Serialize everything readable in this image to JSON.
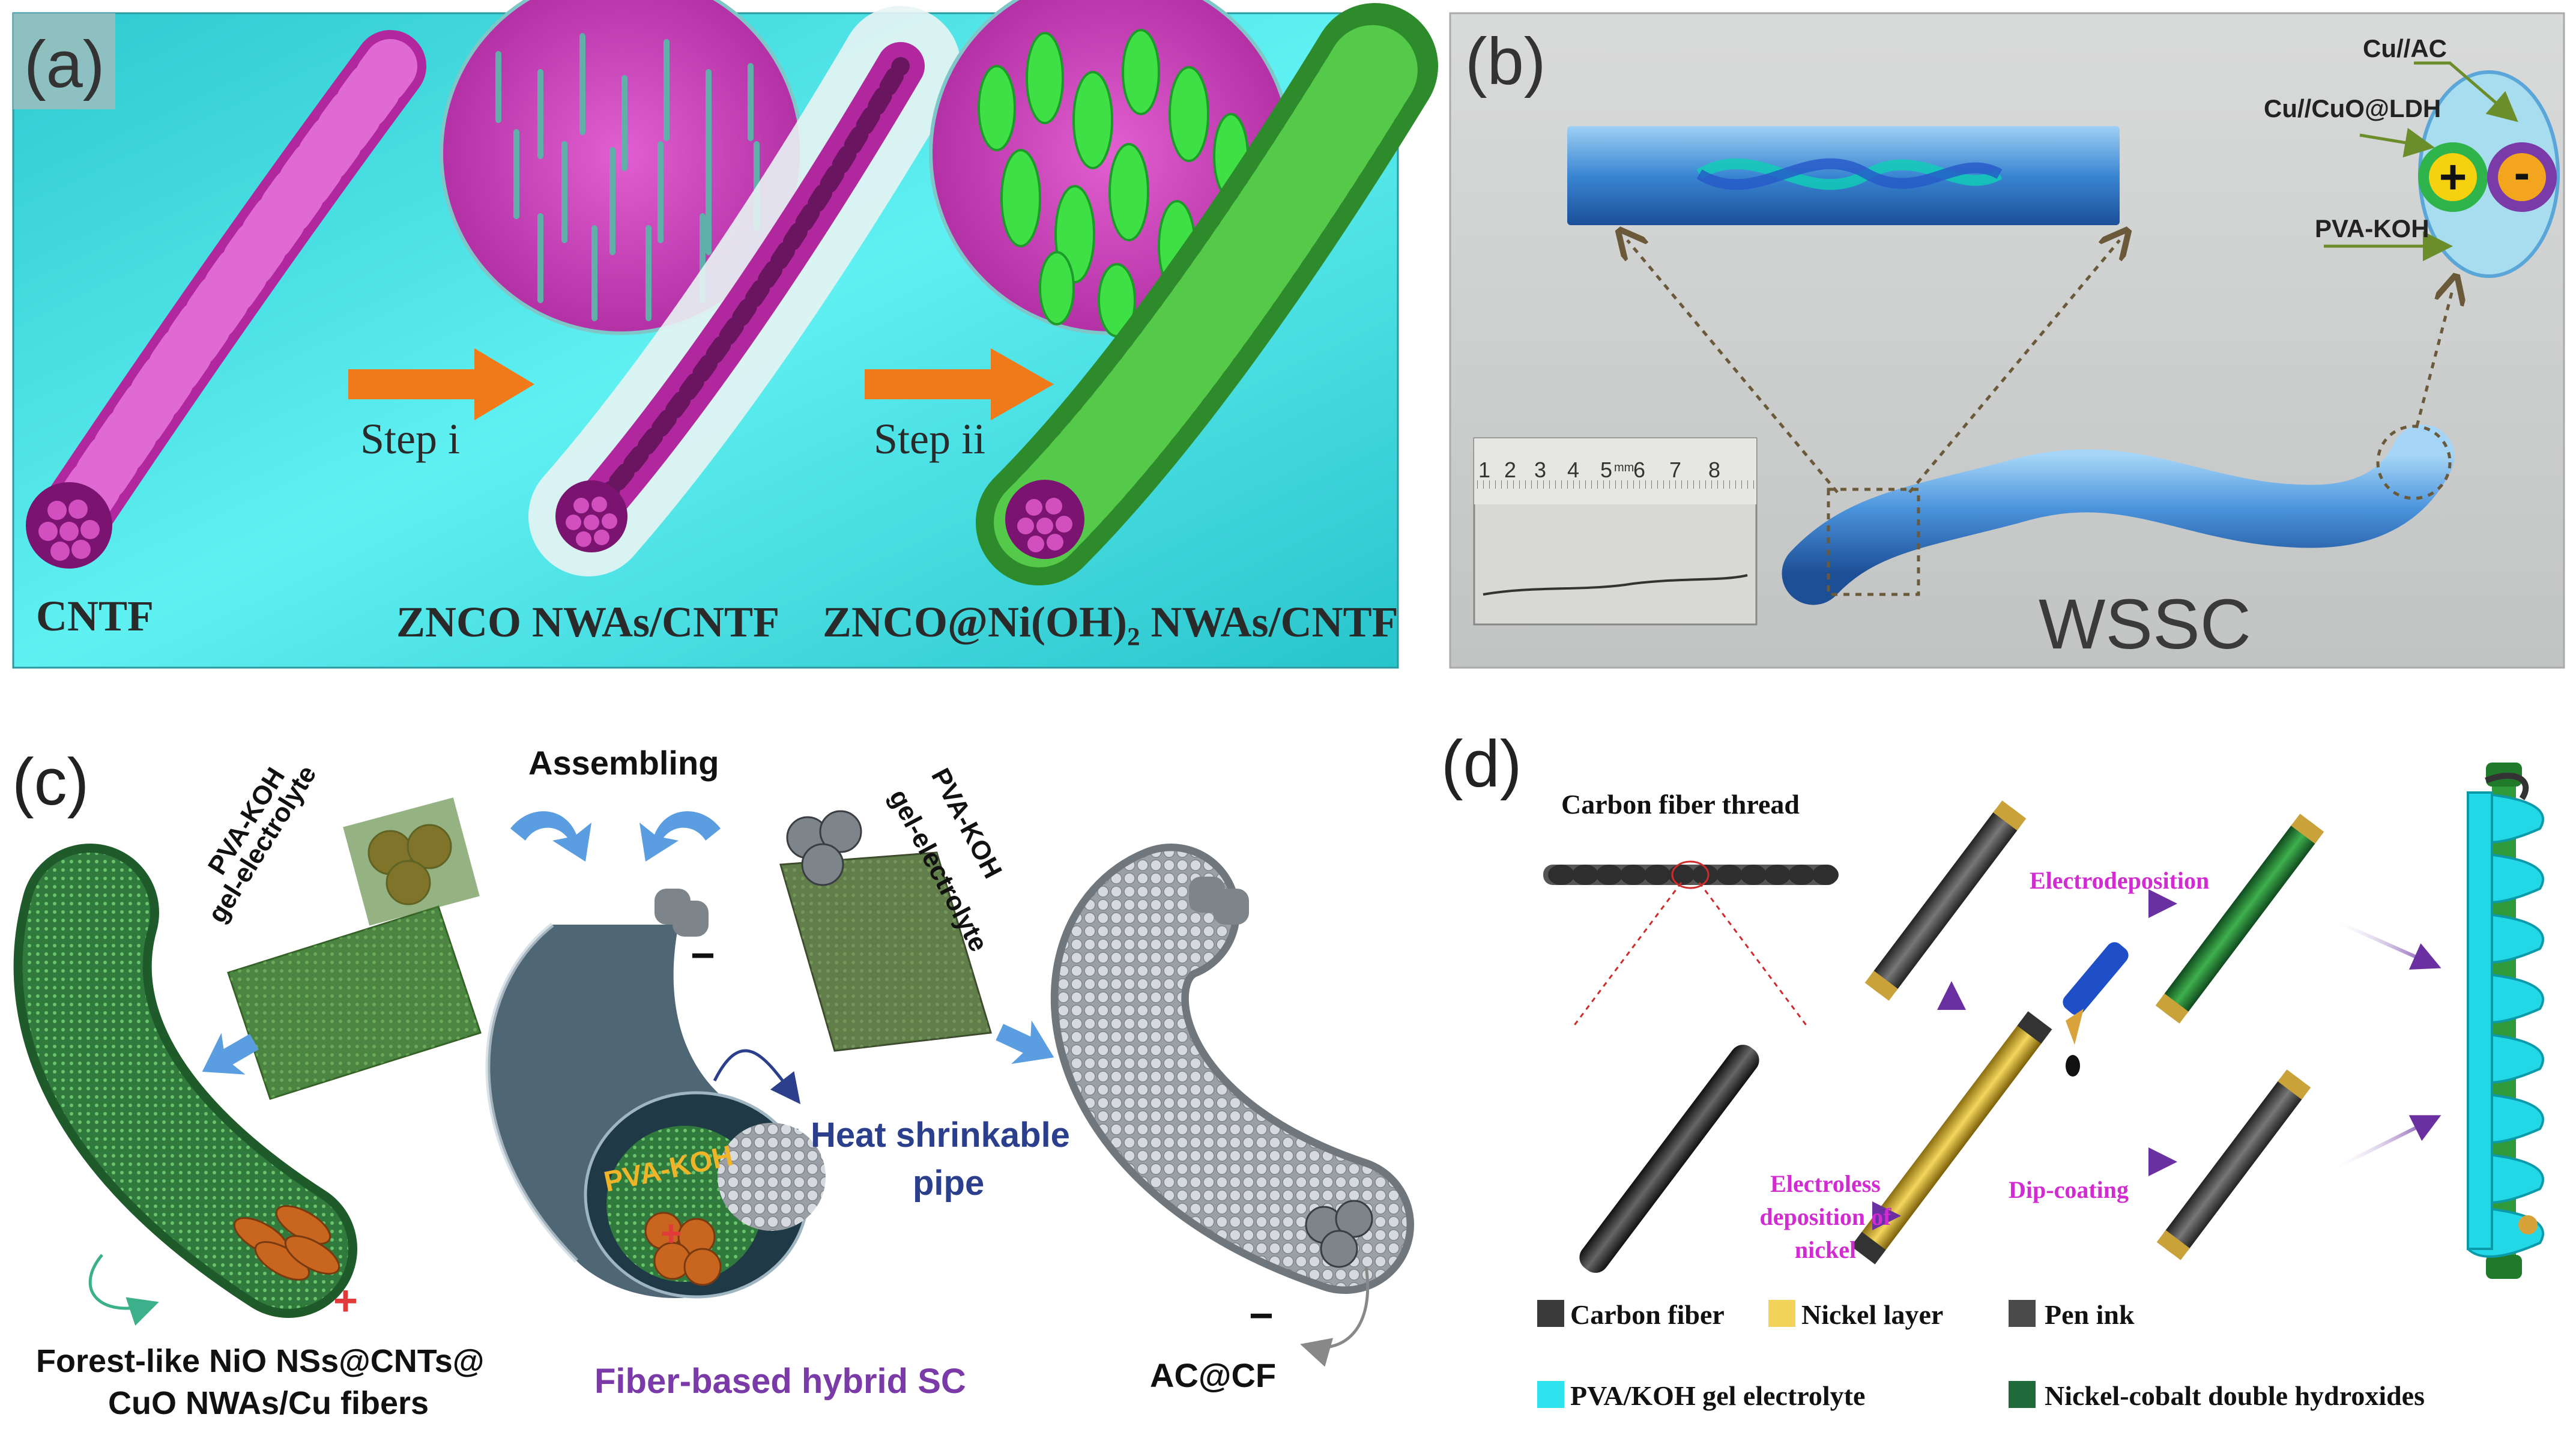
{
  "panels": {
    "a": {
      "letter": "(a)",
      "step1": "Step i",
      "step2": "Step ii",
      "label_cntf": "CNTF",
      "label_znco": "ZNCO NWAs/CNTF",
      "label_hybrid": "ZNCO@Ni(OH)₂ NWAs/CNTF"
    },
    "b": {
      "letter": "(b)",
      "label_cu_ac": "Cu//AC",
      "label_cu_cuo": "Cu//CuO@LDH",
      "label_pva": "PVA-KOH",
      "plus": "+",
      "minus": "-",
      "wssc": "WSSC",
      "ruler_ticks": [
        "1",
        "2",
        "3",
        "4",
        "5",
        "mm",
        "6",
        "7",
        "8"
      ]
    },
    "c": {
      "letter": "(c)",
      "assembling": "Assembling",
      "gel_left_1": "PVA-KOH",
      "gel_left_2": "gel-electrolyte",
      "gel_right_1": "PVA-KOH",
      "gel_right_2": "gel-electrolyte",
      "heat_1": "Heat shrinkable",
      "heat_2": "pipe",
      "pva_center": "PVA-KOH",
      "forest_1": "Forest-like NiO NSs@CNTs@",
      "forest_2": "CuO NWAs/Cu fibers",
      "hybrid_sc": "Fiber-based hybrid SC",
      "acf": "AC@CF",
      "plus": "+",
      "minus": "−"
    },
    "d": {
      "letter": "(d)",
      "thread_title": "Carbon fiber thread",
      "electrodeposition": "Electrodeposition",
      "electroless_1": "Electroless",
      "electroless_2": "deposition of",
      "electroless_3": "nickel",
      "dip_coating": "Dip-coating",
      "legend": [
        {
          "label": "Carbon fiber",
          "color": "#3a3a3a"
        },
        {
          "label": "Nickel layer",
          "color": "#f2d35a"
        },
        {
          "label": "Pen ink",
          "color": "#4a4a4a"
        },
        {
          "label": "PVA/KOH gel electrolyte",
          "color": "#2fe3ee"
        },
        {
          "label": "Nickel-cobalt double hydroxides",
          "color": "#1e6a3a"
        }
      ]
    }
  }
}
